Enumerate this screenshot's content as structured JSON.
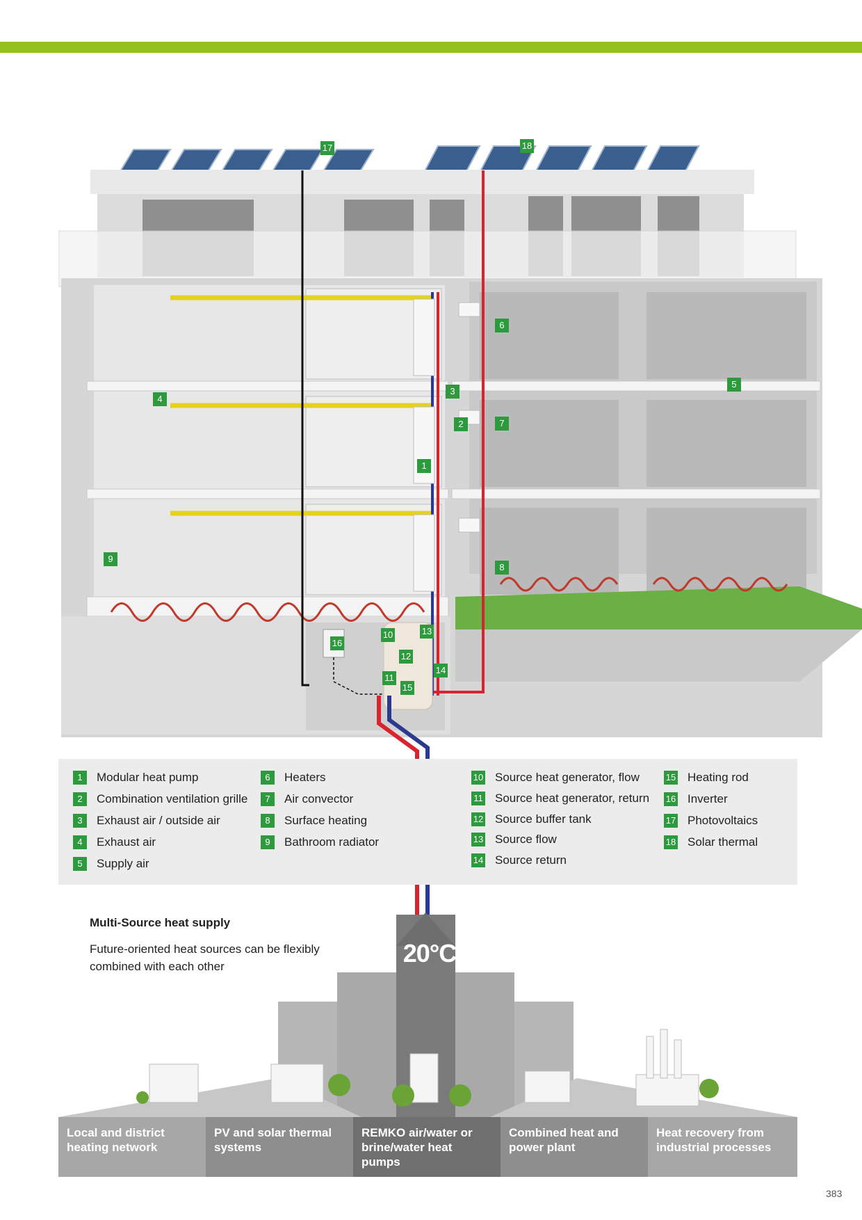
{
  "page_number": "383",
  "markers": [
    {
      "id": "m1",
      "label": "1"
    },
    {
      "id": "m2",
      "label": "2"
    },
    {
      "id": "m3",
      "label": "3"
    },
    {
      "id": "m4",
      "label": "4"
    },
    {
      "id": "m5",
      "label": "5"
    },
    {
      "id": "m6",
      "label": "6"
    },
    {
      "id": "m7",
      "label": "7"
    },
    {
      "id": "m8",
      "label": "8"
    },
    {
      "id": "m9",
      "label": "9"
    },
    {
      "id": "m10",
      "label": "10"
    },
    {
      "id": "m11",
      "label": "11"
    },
    {
      "id": "m12",
      "label": "12"
    },
    {
      "id": "m13",
      "label": "13"
    },
    {
      "id": "m14",
      "label": "14"
    },
    {
      "id": "m15",
      "label": "15"
    },
    {
      "id": "m16",
      "label": "16"
    },
    {
      "id": "m17",
      "label": "17"
    },
    {
      "id": "m18",
      "label": "18"
    }
  ],
  "legend": {
    "col1": [
      {
        "num": "1",
        "text": "Modular heat pump"
      },
      {
        "num": "2",
        "text": "Combination ventilation grille"
      },
      {
        "num": "3",
        "text": "Exhaust air / outside air"
      },
      {
        "num": "4",
        "text": "Exhaust air"
      },
      {
        "num": "5",
        "text": "Supply air"
      }
    ],
    "col2": [
      {
        "num": "6",
        "text": "Heaters"
      },
      {
        "num": "7",
        "text": "Air convector"
      },
      {
        "num": "8",
        "text": "Surface heating"
      },
      {
        "num": "9",
        "text": "Bathroom radiator"
      }
    ],
    "col3": [
      {
        "num": "10",
        "text": "Source heat generator, flow"
      },
      {
        "num": "11",
        "text": "Source heat generator, return"
      },
      {
        "num": "12",
        "text": "Source buffer tank"
      },
      {
        "num": "13",
        "text": "Source flow"
      },
      {
        "num": "14",
        "text": "Source return"
      }
    ],
    "col4": [
      {
        "num": "15",
        "text": "Heating rod"
      },
      {
        "num": "16",
        "text": "Inverter"
      },
      {
        "num": "17",
        "text": "Photovoltaics"
      },
      {
        "num": "18",
        "text": "Solar thermal"
      }
    ]
  },
  "multi_source": {
    "title": "Multi-Source heat supply",
    "description": "Future-oriented heat sources can be flexibly combined with each other",
    "temperature": "20°C"
  },
  "sources": [
    {
      "label": "Local and district heating network"
    },
    {
      "label": "PV and solar thermal systems"
    },
    {
      "label": "REMKO air/water or brine/water heat pumps"
    },
    {
      "label": "Combined heat and power plant"
    },
    {
      "label": "Heat recovery from industrial processes"
    }
  ],
  "colors": {
    "accent": "#95c11f",
    "marker": "#2e9a3e",
    "flow": "#d9232e",
    "return": "#2b3a8f",
    "duct": "#e4d21c"
  }
}
